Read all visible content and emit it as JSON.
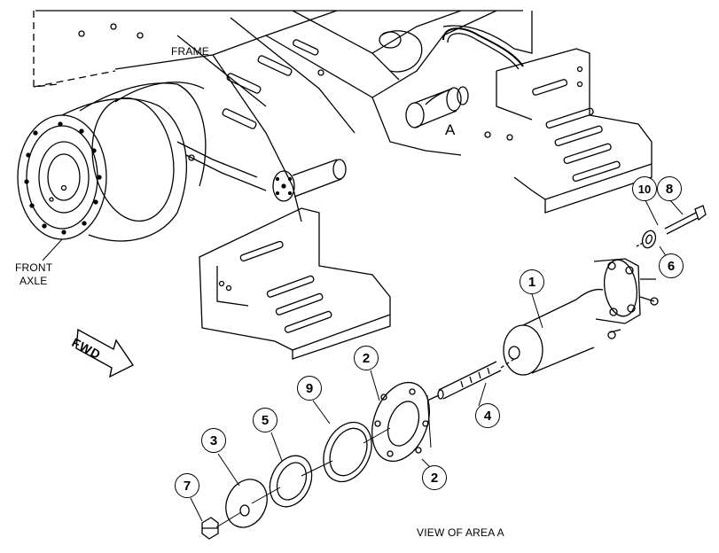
{
  "labels": {
    "frame": "FRAME",
    "front_axle_line1": "FRONT",
    "front_axle_line2": "AXLE",
    "area_marker": "A",
    "view_caption": "VIEW OF AREA A",
    "direction": "FWD"
  },
  "callouts": [
    {
      "id": "1",
      "text": "1"
    },
    {
      "id": "2a",
      "text": "2"
    },
    {
      "id": "2b",
      "text": "2"
    },
    {
      "id": "3",
      "text": "3"
    },
    {
      "id": "4",
      "text": "4"
    },
    {
      "id": "5",
      "text": "5"
    },
    {
      "id": "6",
      "text": "6"
    },
    {
      "id": "7",
      "text": "7"
    },
    {
      "id": "8",
      "text": "8"
    },
    {
      "id": "9",
      "text": "9"
    },
    {
      "id": "10",
      "text": "10"
    }
  ],
  "colors": {
    "line": "#000000",
    "background": "#ffffff"
  }
}
